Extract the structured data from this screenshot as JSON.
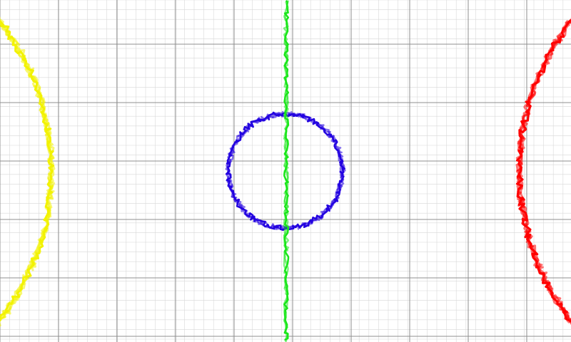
{
  "playfield": {
    "background": "#ffffff",
    "grid": {
      "major_color": "#8f8f8f",
      "minor_color": "#d8d8d8",
      "visible": true
    },
    "elements": [
      {
        "name": "yellow-left-boundary-arc",
        "color": "#f2f200",
        "shape": "arc-left"
      },
      {
        "name": "green-center-line",
        "color": "#19e619",
        "shape": "vertical-line"
      },
      {
        "name": "blue-center-circle",
        "color": "#2200e0",
        "shape": "circle"
      },
      {
        "name": "red-right-boundary-arc",
        "color": "#ff0000",
        "shape": "arc-right"
      }
    ]
  }
}
